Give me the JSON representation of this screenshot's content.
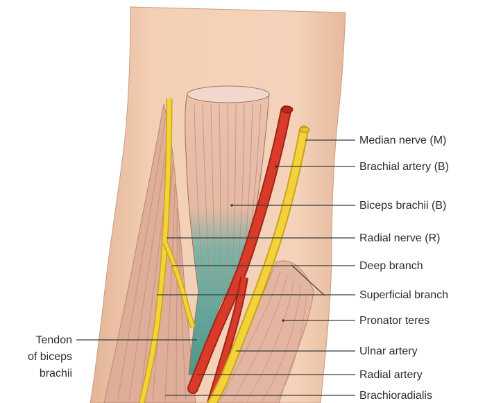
{
  "labels": {
    "median_nerve": "Median nerve (M)",
    "brachial_artery": "Brachial artery (B)",
    "biceps_brachii": "Biceps brachii (B)",
    "radial_nerve": "Radial nerve (R)",
    "deep_branch": "Deep branch",
    "superficial_branch": "Superficial branch",
    "pronator_teres": "Pronator teres",
    "tendon_line1": "Tendon",
    "tendon_line2": "of biceps",
    "tendon_line3": "brachii",
    "ulnar_artery": "Ulnar artery",
    "radial_artery": "Radial artery",
    "brachioradialis": "Brachioradialis"
  },
  "colors": {
    "skin": "#f2cdb0",
    "skin_shadow": "#e2b194",
    "muscle": "#dfad97",
    "muscle_fiber": "#c98f7c",
    "biceps_top": "#e8bca8",
    "biceps_tendon": "#4e9a8e",
    "artery": "#d93a2a",
    "artery_dark": "#9e2418",
    "nerve": "#f3d23c",
    "nerve_dark": "#c9a514",
    "label_text": "#2b2b2b",
    "leader": "#3a3a3a"
  }
}
